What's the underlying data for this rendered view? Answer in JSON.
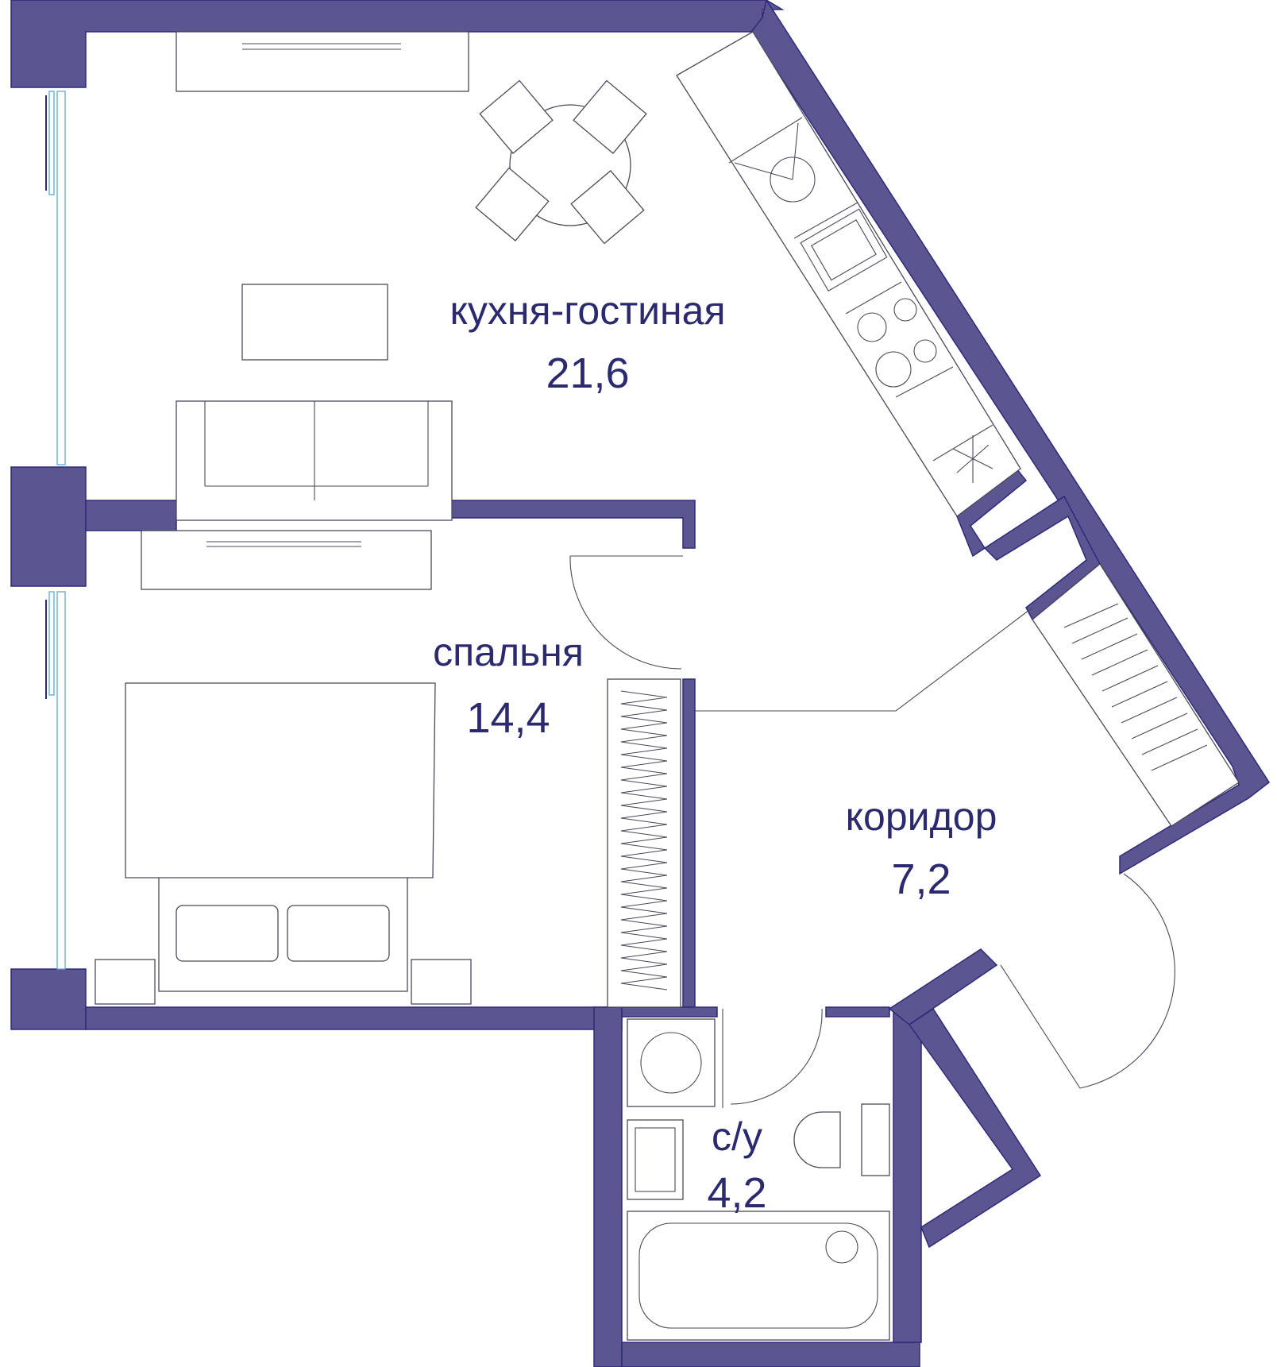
{
  "colors": {
    "wall": "#5b5592",
    "text": "#2b2a6e",
    "window": "#5aa8d8"
  },
  "rooms": [
    {
      "id": "living",
      "name": "кухня-гостиная",
      "area": "21,6"
    },
    {
      "id": "bedroom",
      "name": "спальня",
      "area": "14,4"
    },
    {
      "id": "corridor",
      "name": "коридор",
      "area": "7,2"
    },
    {
      "id": "bathroom",
      "name": "с/у",
      "area": "4,2"
    }
  ],
  "icons": [
    "dining-table-icon",
    "kitchen-sink-icon",
    "stove-icon",
    "bed-icon",
    "wardrobe-icon",
    "toilet-icon",
    "bathtub-icon",
    "washbasin-icon",
    "washing-machine-icon",
    "sofa-icon",
    "door-swing-icon"
  ]
}
